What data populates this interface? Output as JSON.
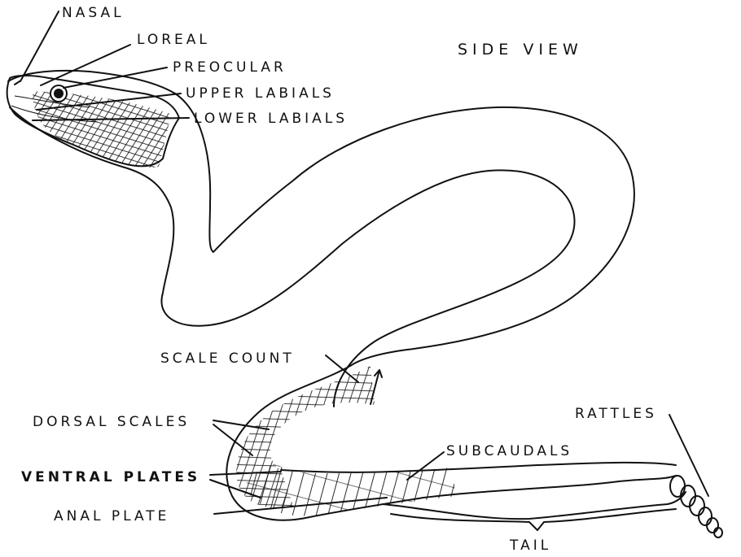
{
  "title": "SIDE VIEW",
  "labels": {
    "nasal": "NASAL",
    "loreal": "LOREAL",
    "preocular": "PREOCULAR",
    "upper_labials": "UPPER LABIALS",
    "lower_labials": "LOWER LABIALS",
    "scale_count": "SCALE COUNT",
    "dorsal_scales": "DORSAL SCALES",
    "ventral_plates": "VENTRAL PLATES",
    "anal_plate": "ANAL PLATE",
    "subcaudals": "SUBCAUDALS",
    "rattles": "RATTLES",
    "tail": "TAIL"
  }
}
